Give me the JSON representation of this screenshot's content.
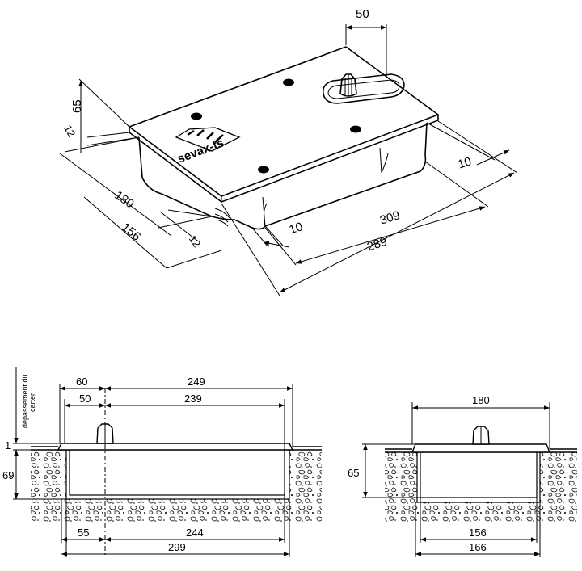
{
  "iso": {
    "dims": {
      "d50": "50",
      "d65": "65",
      "d12a": "12",
      "d180": "180",
      "d156": "156",
      "d12b": "12",
      "d10a": "10",
      "d309": "309",
      "d289": "289",
      "d10b": "10"
    },
    "logo_text": "sevax-ts"
  },
  "front": {
    "dims": {
      "d60": "60",
      "d249": "249",
      "d50": "50",
      "d239": "239",
      "d1": "1",
      "d69": "69",
      "d55": "55",
      "d244": "244",
      "d299": "299"
    },
    "overhang_label_line1": "dépassement du",
    "overhang_label_line2": "carter"
  },
  "side": {
    "dims": {
      "d180": "180",
      "d65": "65",
      "d156": "156",
      "d166": "166"
    }
  }
}
